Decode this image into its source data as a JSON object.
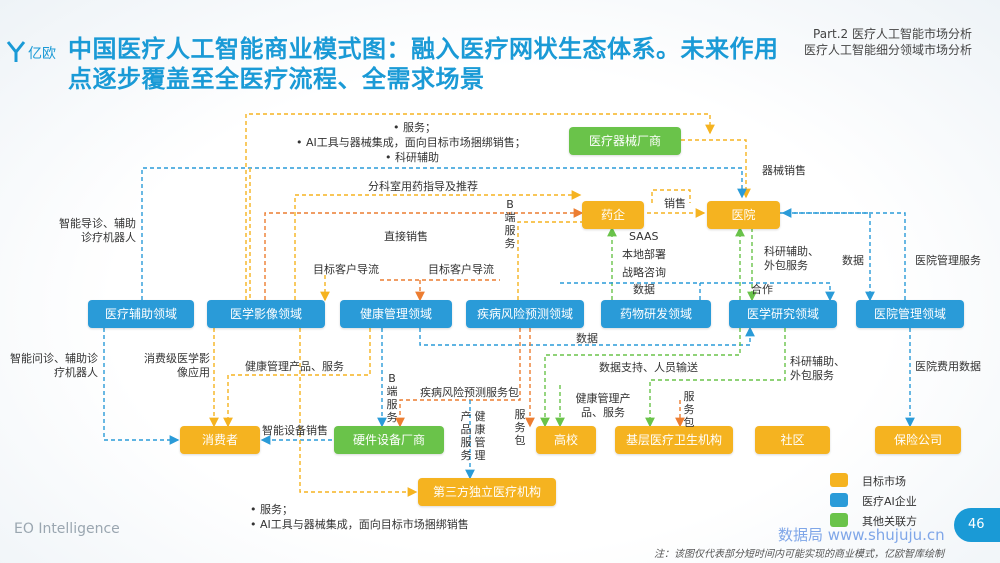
{
  "header": {
    "logo_text": "亿欧",
    "title": "中国医疗人工智能商业模式图：融入医疗网状生态体系。未来作用点逐步覆盖至全医疗流程、全需求场景",
    "part_line1": "Part.2  医疗人工智能市场分析",
    "part_line2": "医疗人工智能细分领域市场分析"
  },
  "nodes": {
    "device_maker": "医疗器械厂商",
    "pharma": "药企",
    "hospital": "医院",
    "aux": "医疗辅助领域",
    "imaging": "医学影像领域",
    "health_mgmt": "健康管理领域",
    "risk": "疾病风险预测领域",
    "drug_rd": "药物研发领域",
    "med_research": "医学研究领域",
    "hosp_mgmt": "医院管理领域",
    "consumer": "消费者",
    "hw_maker": "硬件设备厂商",
    "university": "高校",
    "primary": "基层医疗卫生机构",
    "community": "社区",
    "insurance": "保险公司",
    "third_party": "第三方独立医疗机构"
  },
  "labels": {
    "top_b1": "•  服务；",
    "top_b2": "•  AI工具与器械集成，面向目标市场捆绑销售；",
    "top_b3": "•  科研辅助",
    "device_sales": "器械销售",
    "rx_guide": "分科室用药指导及推荐",
    "sales": "销售",
    "b_service_v": "B端服务",
    "guide_robot": "智能导诊、辅助诊疗机器人",
    "direct_sales": "直接销售",
    "saas": "SAAS",
    "local_deploy": "本地部署",
    "strategy": "战略咨询",
    "research_outsource": "科研辅助、外包服务",
    "data1": "数据",
    "hosp_mgmt_service": "医院管理服务",
    "target_guide1": "目标客户导流",
    "target_guide2": "目标客户导流",
    "data2": "数据",
    "coop": "合作",
    "data3": "数据",
    "inquiry_robot": "智能问诊、辅助诊疗机器人",
    "consumer_imaging": "消费级医学影像应用",
    "health_products": "健康管理产品、服务",
    "data_support": "数据支持、人员输送",
    "research_outsource2": "科研辅助、外包服务",
    "hosp_expense": "医院费用数据",
    "b_service_v2": "B端服务",
    "risk_package": "疾病风险预测服务包",
    "health_mgmt_products": "健康管理产品、服务",
    "smart_device_sales": "智能设备销售",
    "product_v": "产品",
    "health_mgmt_v": "健康管理",
    "service_v": "服务",
    "service_pkg_v": "服务包",
    "service_pkg_v2": "服务包",
    "bottom_b1": "•  服务；",
    "bottom_b2": "•  AI工具与器械集成，面向目标市场捆绑销售"
  },
  "legend": [
    {
      "label": "目标市场",
      "color": "#f5b320"
    },
    {
      "label": "医疗AI企业",
      "color": "#2a9bd8"
    },
    {
      "label": "其他关联方",
      "color": "#6ac34a"
    }
  ],
  "colors": {
    "blue": "#2a9bd8",
    "orange": "#f5b320",
    "green": "#6ac34a",
    "title": "#1a9ad6"
  },
  "footer": {
    "brand": "EO Intelligence",
    "watermark": "数据局 www.shujuju.cn",
    "note": "注：该图仅代表部分短时间内可能实现的商业模式，亿欧智库绘制",
    "page": "46"
  }
}
